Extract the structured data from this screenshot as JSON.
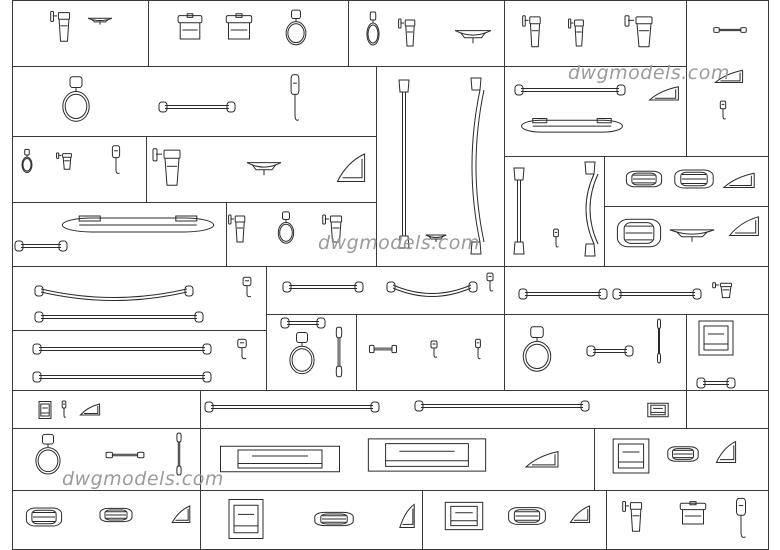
{
  "sheet": {
    "watermarks": [
      {
        "text": "dwgmodels.com"
      },
      {
        "text": "dwgmodels.com"
      },
      {
        "text": "dwgmodels.com"
      }
    ]
  },
  "palette": {
    "line": "#2b2b2b",
    "frame": "#3a3a3a",
    "watermark": "#9b9b9b",
    "paper": "#ffffff"
  },
  "catalog": {
    "subject": "bathroom accessories CAD blocks",
    "icons": [
      "tumbler-holder-icon",
      "soap-dish-icon",
      "toilet-roll-holder-icon",
      "towel-ring-icon",
      "towel-bar-icon",
      "robe-hook-icon",
      "grab-bar-icon",
      "glass-shelf-icon",
      "soap-basket-icon",
      "corner-shelf-icon",
      "recessed-holder-icon",
      "shower-rail-icon"
    ]
  }
}
